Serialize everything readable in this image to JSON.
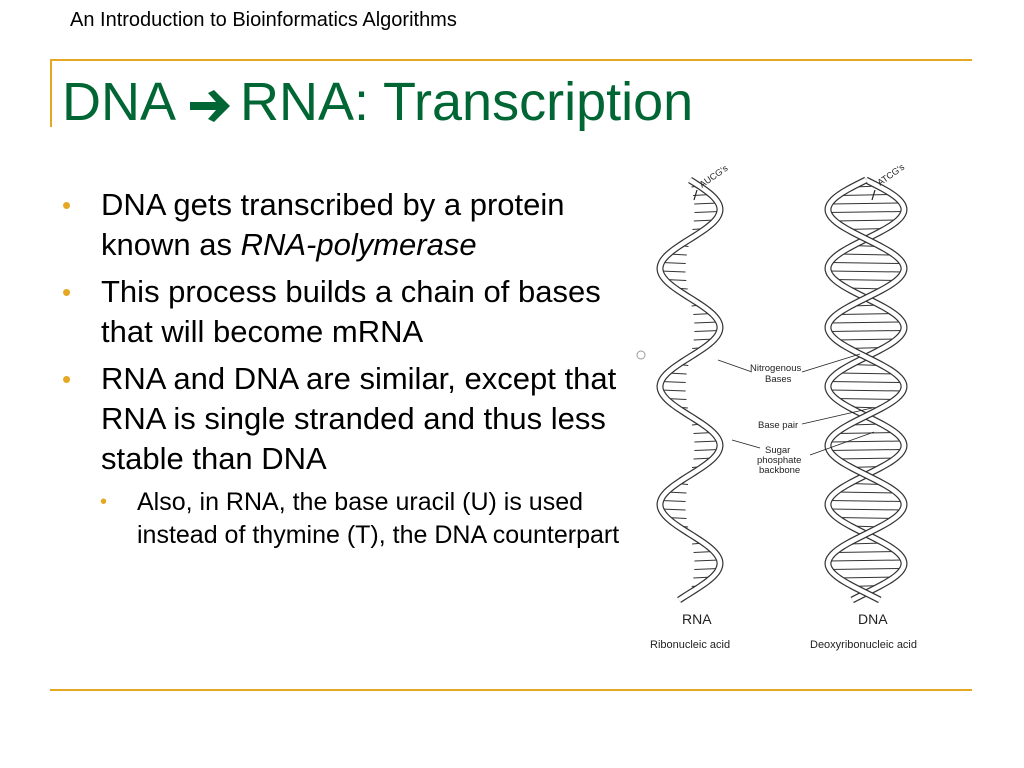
{
  "header": {
    "course_title": "An Introduction to Bioinformatics Algorithms"
  },
  "title": {
    "left": "DNA",
    "right": "RNA: Transcription",
    "arrow_icon": "right-arrow-icon"
  },
  "bullets": [
    {
      "text": "DNA gets transcribed by a protein known as ",
      "emphasis": "RNA-polymerase"
    },
    {
      "text": "This process builds a chain of bases that will become mRNA"
    },
    {
      "text": "RNA and DNA are similar, except that RNA is single stranded and thus less stable than DNA",
      "sub": "Also, in RNA, the base uracil (U) is used instead of thymine (T), the DNA counterpart"
    }
  ],
  "figure": {
    "rna_top_label": "AUCG's",
    "dna_top_label": "ATCG's",
    "callouts": [
      "Nitrogenous",
      "Bases",
      "Base pair",
      "Sugar",
      "phosphate",
      "backbone"
    ],
    "rna_label": "RNA",
    "rna_caption": "Ribonucleic acid",
    "dna_label": "DNA",
    "dna_caption": "Deoxyribonucleic acid"
  },
  "colors": {
    "title": "#006633",
    "accent": "#E5A823",
    "bullet": "#E5A823",
    "text": "#000000"
  }
}
